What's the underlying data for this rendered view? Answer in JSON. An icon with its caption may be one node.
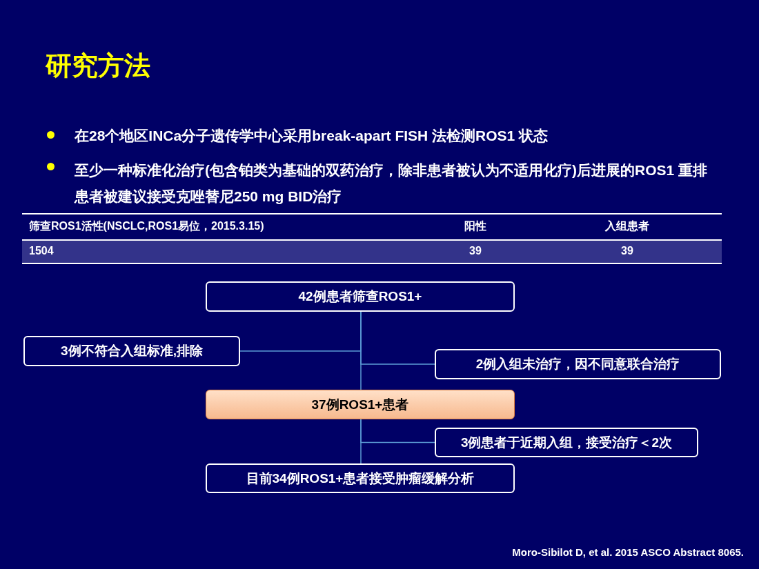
{
  "diagram": {
    "title": "研究方法",
    "nodes": [
      {
        "text": [
          "42例患者筛查ROS1+"
        ]
      },
      {
        "text": [
          "3例不符合入组标准,排除"
        ]
      },
      {
        "text": [
          "2例入组未治疗，因不同意联合治疗"
        ]
      },
      {
        "text": [
          "37例ROS1+患者"
        ]
      },
      {
        "text": [
          "3例患者于近期入组，接受治疗＜2次"
        ]
      },
      {
        "text": [
          "目前34例ROS1+患者接受肿瘤缓解分析"
        ]
      }
    ],
    "edges": [
      {
        "from": 0,
        "to": 3,
        "arrow": "none"
      },
      {
        "from": 0,
        "to": 1,
        "arrow": "none"
      },
      {
        "from": 0,
        "to": 2,
        "arrow": "none"
      },
      {
        "from": 3,
        "to": 5,
        "arrow": "none"
      },
      {
        "from": 3,
        "to": 4,
        "arrow": "none"
      }
    ],
    "labels": [
      "在28个地区INCa分子遗传学中心采用break-apart FISH 法检测ROS1 状态",
      "至少一种标准化治疗(包含铂类为基础的双药治疗，除非患者被认为不适用化疗)后进展的ROS1 重排患者被建议接受克唑替尼250 mg BID治疗",
      "筛查ROS1活性(NSCLC,ROS1易位，2015.3.15)",
      "阳性",
      "入组患者",
      "1504",
      "39",
      "39",
      "Moro-Sibilot D, et al. 2015 ASCO Abstract 8065."
    ]
  }
}
